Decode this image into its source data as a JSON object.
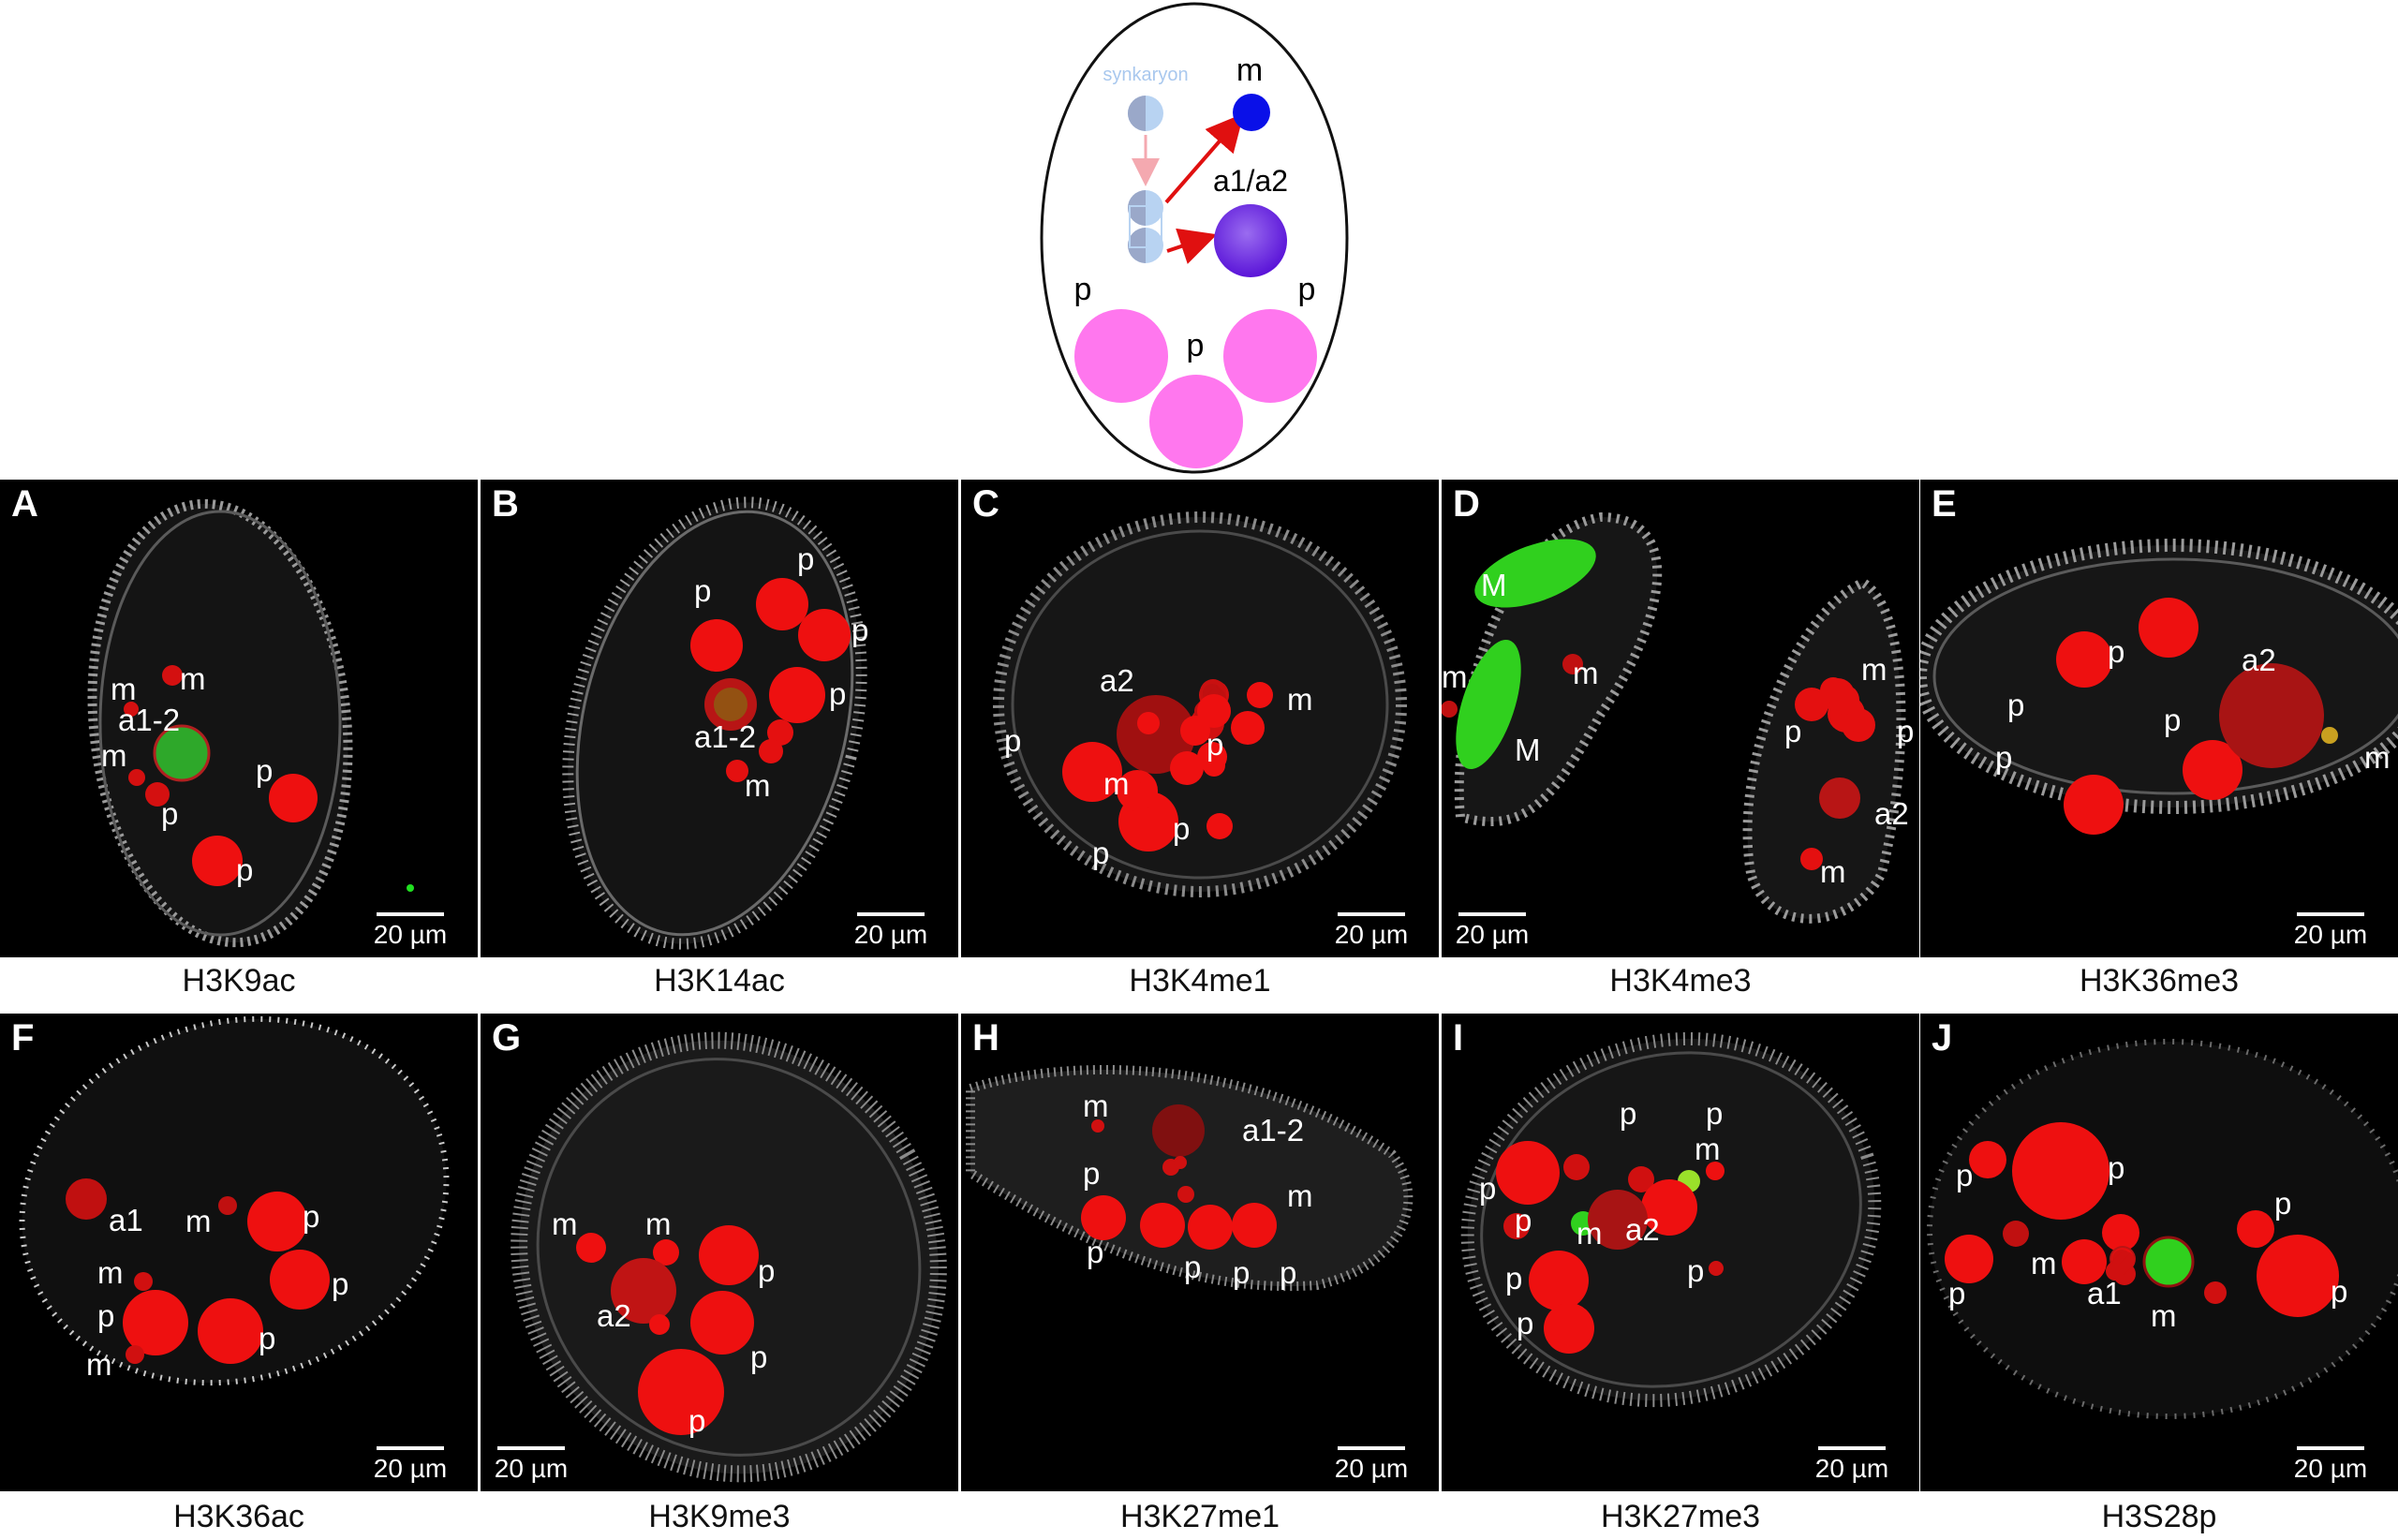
{
  "schematic": {
    "synkaryon_label": "synkaryon",
    "m_label": "m",
    "a_label": "a1/a2",
    "p_labels": [
      "p",
      "p",
      "p"
    ],
    "colors": {
      "p": "#ff77ee",
      "m": "#0a10e8",
      "a": "#6b23e0",
      "arrow": "#e01010",
      "division_arrow": "#f4a9b0",
      "synkaryon": "#a9c8ee"
    }
  },
  "scale_bar_text": "20 µm",
  "panels": [
    {
      "letter": "A",
      "caption": "H3K9ac",
      "labels": [
        {
          "t": "m"
        },
        {
          "t": "m"
        },
        {
          "t": "a1-2"
        },
        {
          "t": "m"
        },
        {
          "t": "p"
        },
        {
          "t": "p"
        },
        {
          "t": "p"
        }
      ]
    },
    {
      "letter": "B",
      "caption": "H3K14ac",
      "labels": [
        {
          "t": "p"
        },
        {
          "t": "p"
        },
        {
          "t": "p"
        },
        {
          "t": "p"
        },
        {
          "t": "a1-2"
        },
        {
          "t": "m"
        }
      ]
    },
    {
      "letter": "C",
      "caption": "H3K4me1",
      "labels": [
        {
          "t": "a2"
        },
        {
          "t": "m"
        },
        {
          "t": "p"
        },
        {
          "t": "p"
        },
        {
          "t": "m"
        },
        {
          "t": "p"
        },
        {
          "t": "p"
        }
      ]
    },
    {
      "letter": "D",
      "caption": "H3K4me3",
      "labels": [
        {
          "t": "M"
        },
        {
          "t": "m"
        },
        {
          "t": "m"
        },
        {
          "t": "M"
        },
        {
          "t": "m"
        },
        {
          "t": "p"
        },
        {
          "t": "p"
        },
        {
          "t": "a2"
        },
        {
          "t": "m"
        }
      ]
    },
    {
      "letter": "E",
      "caption": "H3K36me3",
      "labels": [
        {
          "t": "a2"
        },
        {
          "t": "p"
        },
        {
          "t": "p"
        },
        {
          "t": "p"
        },
        {
          "t": "p"
        },
        {
          "t": "m"
        }
      ]
    },
    {
      "letter": "F",
      "caption": "H3K36ac",
      "labels": [
        {
          "t": "a1"
        },
        {
          "t": "m"
        },
        {
          "t": "p"
        },
        {
          "t": "m"
        },
        {
          "t": "p"
        },
        {
          "t": "p"
        },
        {
          "t": "p"
        },
        {
          "t": "m"
        }
      ]
    },
    {
      "letter": "G",
      "caption": "H3K9me3",
      "labels": [
        {
          "t": "m"
        },
        {
          "t": "m"
        },
        {
          "t": "p"
        },
        {
          "t": "a2"
        },
        {
          "t": "p"
        },
        {
          "t": "p"
        }
      ]
    },
    {
      "letter": "H",
      "caption": "H3K27me1",
      "labels": [
        {
          "t": "m"
        },
        {
          "t": "a1-2"
        },
        {
          "t": "p"
        },
        {
          "t": "m"
        },
        {
          "t": "p"
        },
        {
          "t": "p"
        },
        {
          "t": "p"
        },
        {
          "t": "p"
        }
      ]
    },
    {
      "letter": "I",
      "caption": "H3K27me3",
      "labels": [
        {
          "t": "p"
        },
        {
          "t": "p"
        },
        {
          "t": "m"
        },
        {
          "t": "p"
        },
        {
          "t": "p"
        },
        {
          "t": "m"
        },
        {
          "t": "a2"
        },
        {
          "t": "p"
        },
        {
          "t": "p"
        },
        {
          "t": "p"
        }
      ]
    },
    {
      "letter": "J",
      "caption": "H3S28p",
      "labels": [
        {
          "t": "p"
        },
        {
          "t": "p"
        },
        {
          "t": "p"
        },
        {
          "t": "m"
        },
        {
          "t": "p"
        },
        {
          "t": "a1"
        },
        {
          "t": "m"
        },
        {
          "t": "p"
        }
      ]
    }
  ]
}
